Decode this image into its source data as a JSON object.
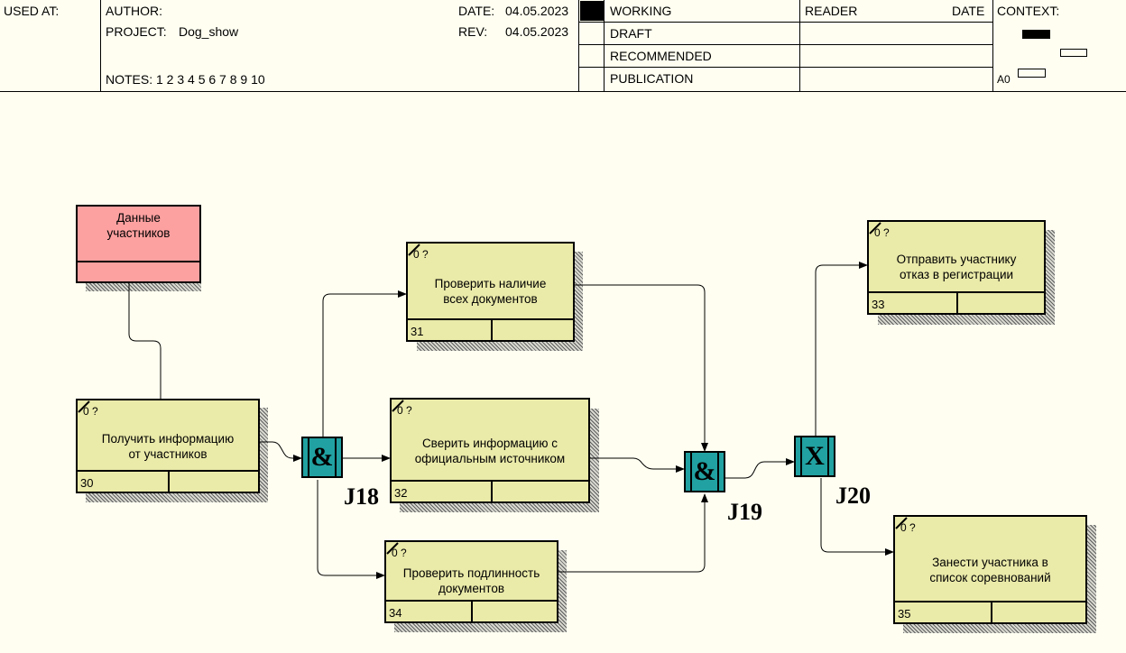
{
  "header": {
    "used_at": "USED AT:",
    "author": "AUTHOR:",
    "project_label": "PROJECT:",
    "project": "Dog_show",
    "notes": "NOTES:  1  2  3  4  5  6  7  8  9  10",
    "date_label": "DATE:",
    "date": "04.05.2023",
    "rev_label": "REV:",
    "rev": "04.05.2023",
    "status": [
      "WORKING",
      "DRAFT",
      "RECOMMENDED",
      "PUBLICATION"
    ],
    "reader": "READER",
    "reader_date": "DATE",
    "context": "CONTEXT:",
    "node": "A0"
  },
  "entity": {
    "label": "Данные\nучастников"
  },
  "uobs": {
    "u30": {
      "ref": "0 ?",
      "label": "Получить информацию\nот участников",
      "num": "30"
    },
    "u31": {
      "ref": "0 ?",
      "label": "Проверить наличие\nвсех документов",
      "num": "31"
    },
    "u32": {
      "ref": "0 ?",
      "label": "Сверить информацию с\nофициальным источником",
      "num": "32"
    },
    "u34": {
      "ref": "0 ?",
      "label": "Проверить подлинность\nдокументов",
      "num": "34"
    },
    "u33": {
      "ref": "0 ?",
      "label": "Отправить участнику\nотказ в регистрации",
      "num": "33"
    },
    "u35": {
      "ref": "0 ?",
      "label": "Занести участника в\nсписок соревнований",
      "num": "35"
    }
  },
  "junctions": {
    "j18": {
      "symbol": "&",
      "label": "J18"
    },
    "j19": {
      "symbol": "&",
      "label": "J19"
    },
    "j20": {
      "symbol": "X",
      "label": "J20"
    }
  },
  "colors": {
    "uob_fill": "#ececa8",
    "entity_fill": "#fda0a0",
    "junction_fill": "#21a1a1",
    "background": "#fffef1"
  }
}
